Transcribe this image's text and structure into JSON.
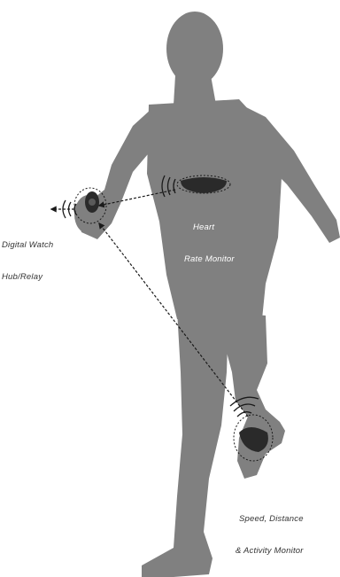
{
  "diagram": {
    "labels": {
      "watch_line1": "Digital Watch",
      "watch_line2": "Hub/Relay",
      "heart_line1": "Heart",
      "heart_line2": "Rate Monitor",
      "speed_line1": "Speed, Distance",
      "speed_line2": "& Activity Monitor"
    },
    "colors": {
      "silhouette": "#808080",
      "device": "#2a2a2a",
      "arrow": "#1a1a1a",
      "label_on_figure": "#ffffff",
      "label_on_background": "#333333"
    }
  }
}
